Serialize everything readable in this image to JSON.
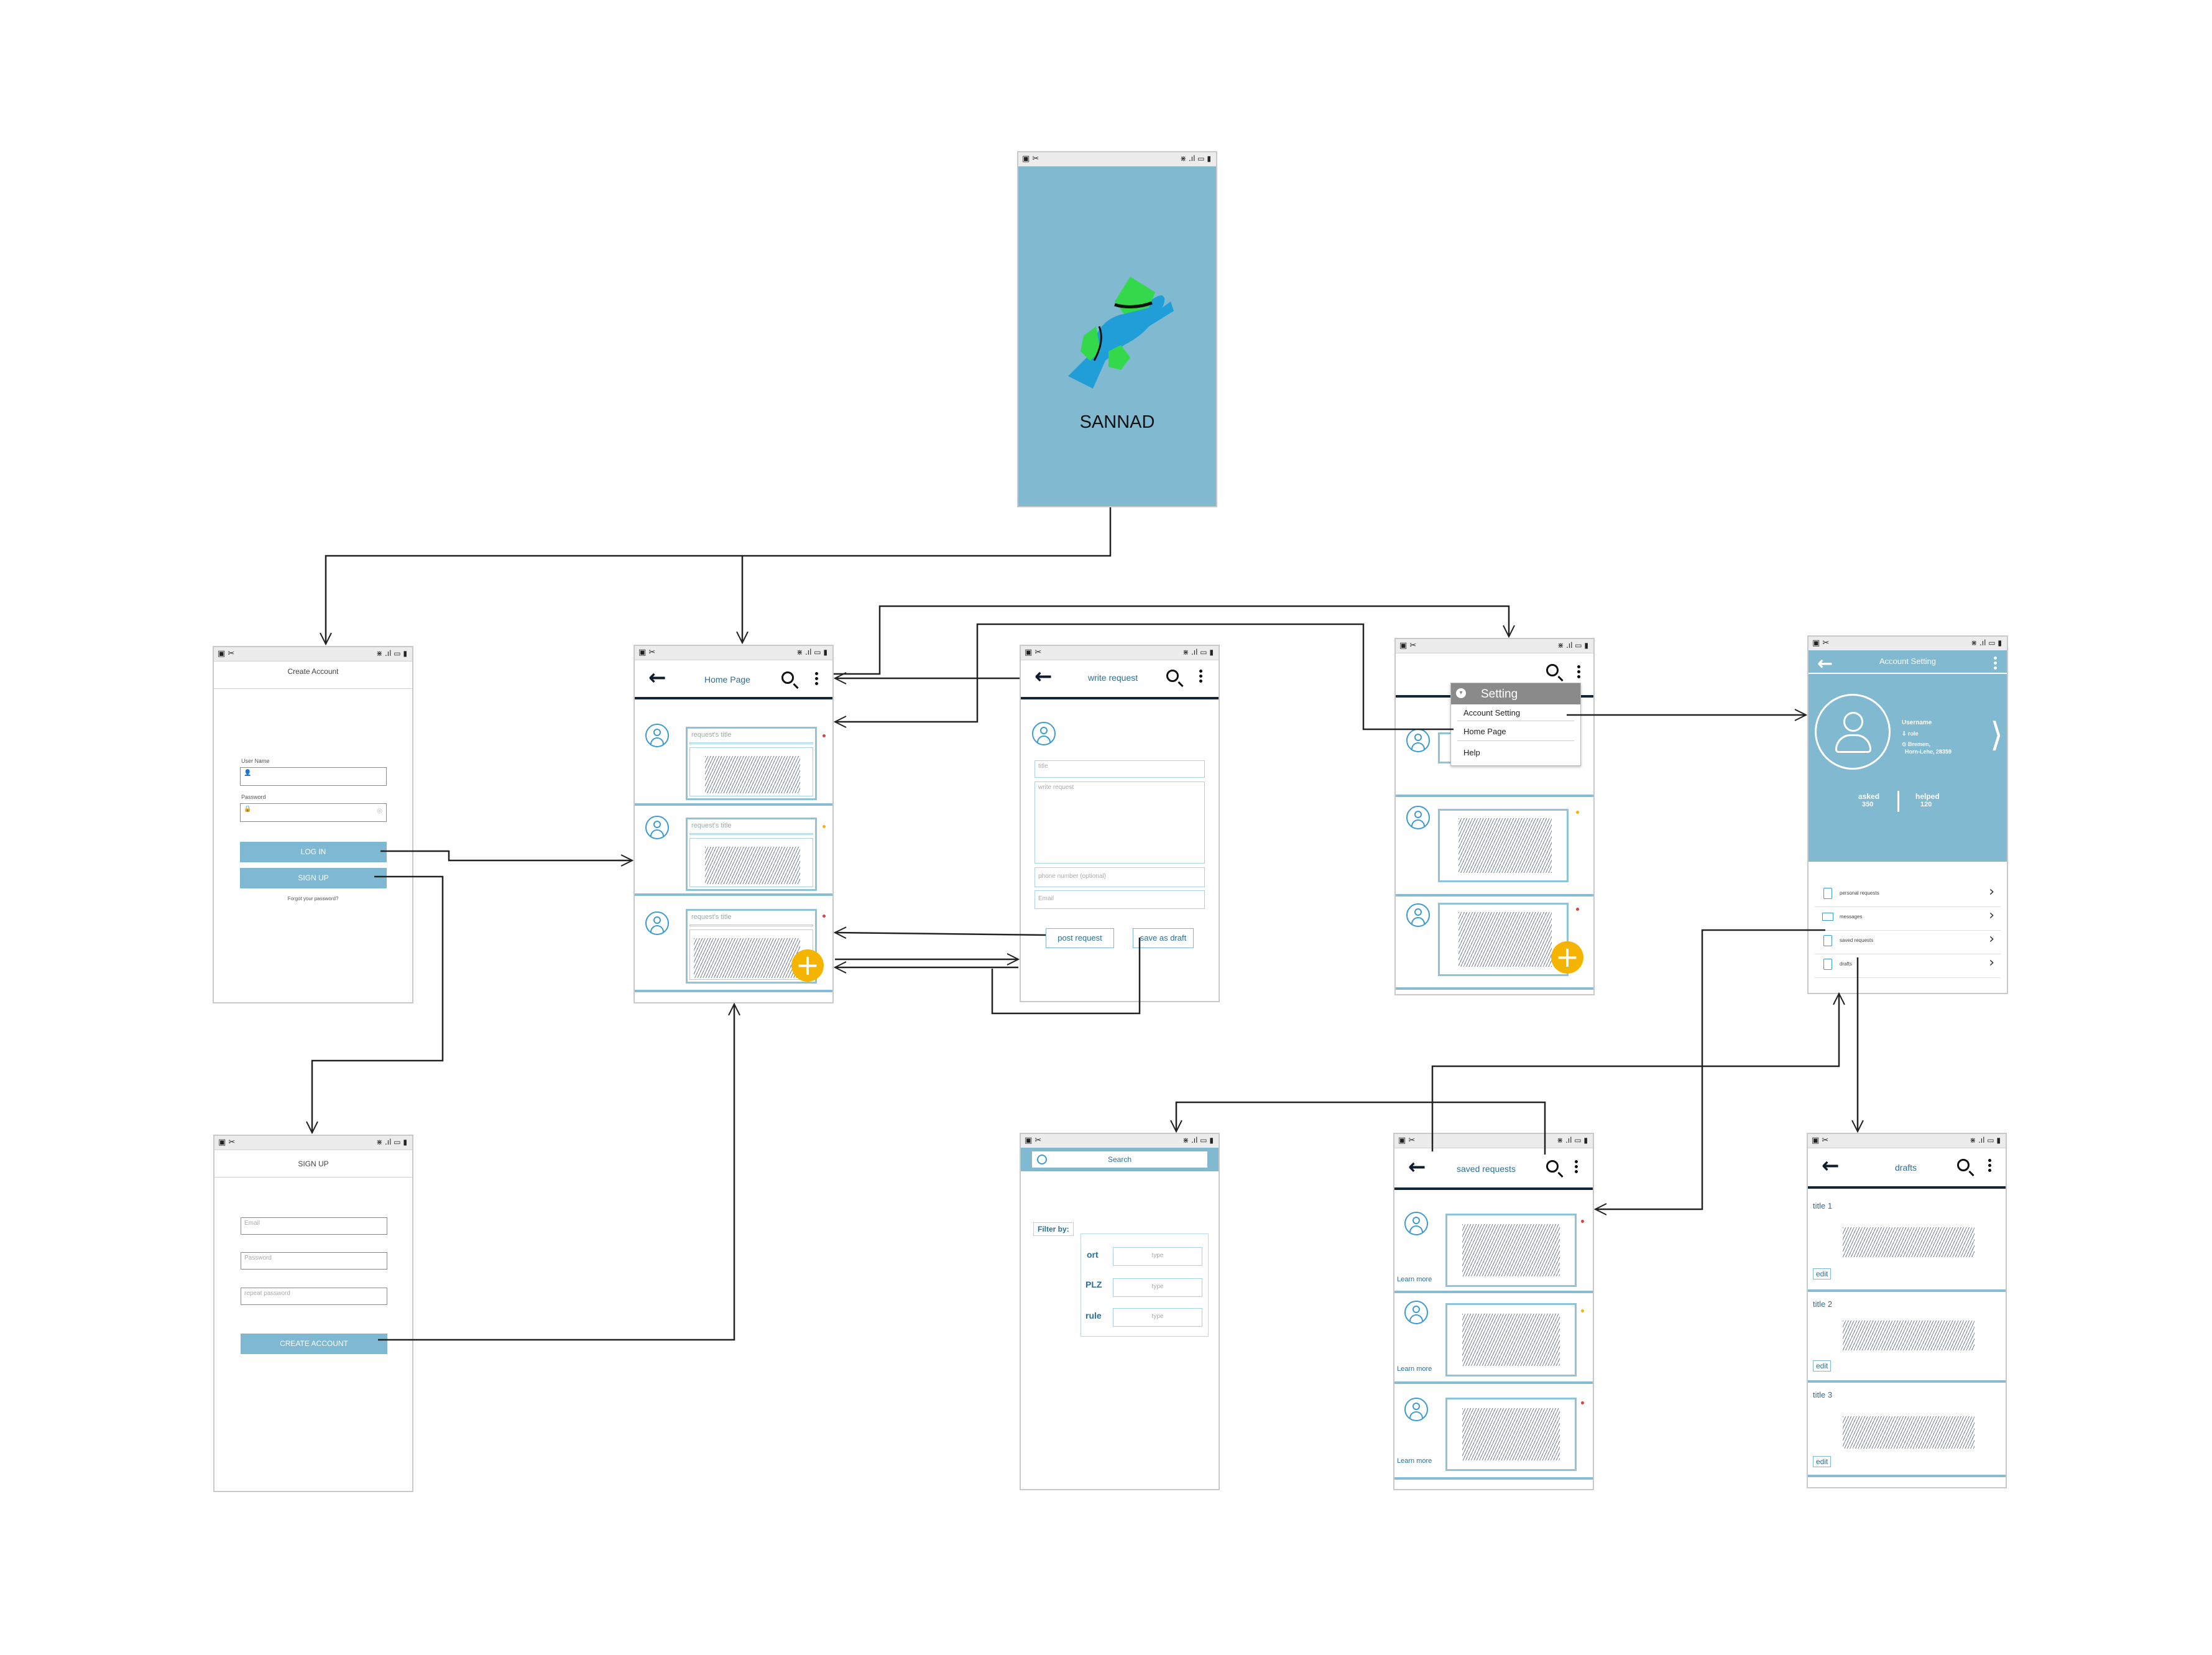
{
  "status_bar": {
    "left": "▣ ✂",
    "right": "⋇ .ıl ▭ ▮"
  },
  "splash": {
    "app_name": "SANNAD"
  },
  "create_account": {
    "title": "Create Account",
    "username_label": "User Name",
    "password_label": "Password",
    "login_label": "LOG IN",
    "signup_label": "SIGN UP",
    "forgot_label": "Forgot your password?"
  },
  "signup": {
    "title": "SIGN UP",
    "email_placeholder": "Email",
    "password_placeholder": "Password",
    "repeat_placeholder": "repeat password",
    "create_label": "CREATE ACCOUNT"
  },
  "home": {
    "title": "Home Page",
    "items": [
      {
        "title": "request's title",
        "dot": "#e04040"
      },
      {
        "title": "request's title",
        "dot": "#f5b400"
      },
      {
        "title": "request's title",
        "dot": "#e04040"
      }
    ]
  },
  "write_request": {
    "title": "write request",
    "title_placeholder": "title",
    "body_placeholder": "write request",
    "phone_placeholder": "phone number (optional)",
    "email_placeholder": "Email",
    "post_label": "post request",
    "draft_label": "save as draft"
  },
  "settings_menu": {
    "header": "Setting",
    "items": [
      "Account Setting",
      "Home Page",
      "Help"
    ]
  },
  "account_setting": {
    "title": "Account Setting",
    "username": "Username",
    "role": "role",
    "location": "Bremen,",
    "location2": "Horn-Lehe, 28359",
    "asked_label": "asked",
    "asked_value": "350",
    "helped_label": "helped",
    "helped_value": "120",
    "menu": [
      "personal requests",
      "messages",
      "saved requests",
      "drafts"
    ]
  },
  "search": {
    "bar_label": "Search",
    "filter_label": "Filter by:",
    "filters": [
      {
        "label": "ort",
        "placeholder": "type"
      },
      {
        "label": "PLZ",
        "placeholder": "type"
      },
      {
        "label": "rule",
        "placeholder": "type"
      }
    ]
  },
  "saved_requests": {
    "title": "saved requests",
    "learn_more": "Learn more",
    "dots": [
      "#e04040",
      "#f5b400",
      "#e04040"
    ]
  },
  "drafts": {
    "title": "drafts",
    "items": [
      "title 1",
      "title 2",
      "title 3"
    ],
    "edit_label": "edit"
  },
  "colors": {
    "primary": "#81b9d1",
    "header_line": "#12263a",
    "fab": "#f5b400",
    "logo_blue": "#1f9ed8",
    "logo_green": "#33d94a"
  }
}
